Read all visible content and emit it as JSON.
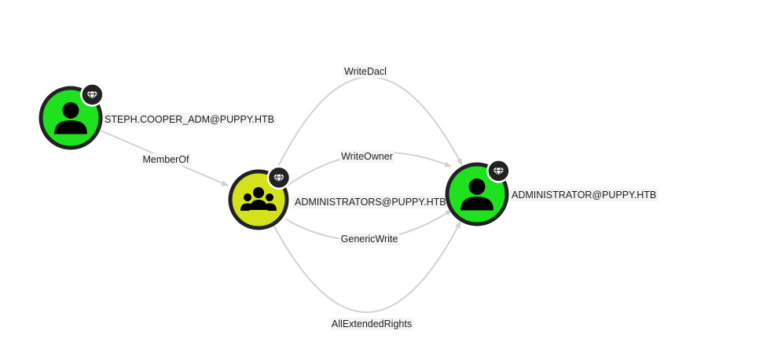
{
  "colors": {
    "user_node": "#1de21d",
    "group_node": "#d3e21a",
    "node_border": "#222222",
    "edge": "#d3d3d3",
    "badge": "#222222"
  },
  "nodes": [
    {
      "id": "steph",
      "label": "STEPH.COOPER_ADM@PUPPY.HTB",
      "kind": "user",
      "icon": "user-icon",
      "badge": "gem-icon"
    },
    {
      "id": "admins",
      "label": "ADMINISTRATORS@PUPPY.HTB",
      "kind": "group",
      "icon": "group-icon",
      "badge": "gem-icon"
    },
    {
      "id": "admin",
      "label": "ADMINISTRATOR@PUPPY.HTB",
      "kind": "user",
      "icon": "user-icon",
      "badge": "gem-icon"
    }
  ],
  "edges": [
    {
      "id": "memberof",
      "label": "MemberOf",
      "from": "steph",
      "to": "admins"
    },
    {
      "id": "writedacl",
      "label": "WriteDacl",
      "from": "admins",
      "to": "admin"
    },
    {
      "id": "writeowner",
      "label": "WriteOwner",
      "from": "admins",
      "to": "admin"
    },
    {
      "id": "genericwrite",
      "label": "GenericWrite",
      "from": "admins",
      "to": "admin"
    },
    {
      "id": "allextendedrights",
      "label": "AllExtendedRights",
      "from": "admins",
      "to": "admin"
    }
  ]
}
